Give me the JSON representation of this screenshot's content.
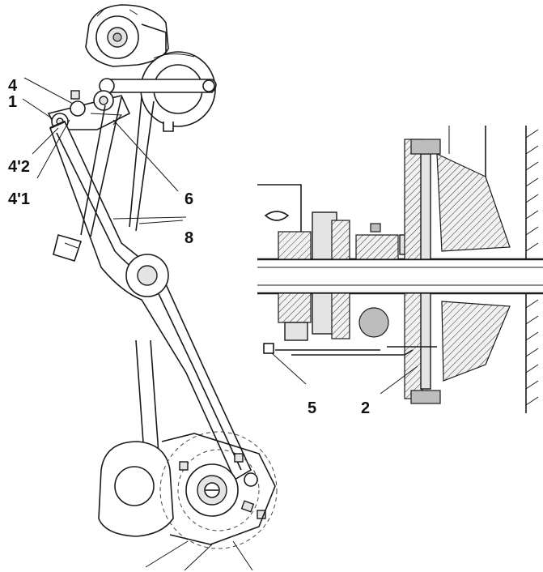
{
  "figure": {
    "colors": {
      "line": "#1a1a1a",
      "fill": "#ffffff",
      "shade": "#e4e4e4"
    },
    "callouts": [
      {
        "id": "4",
        "text": "4"
      },
      {
        "id": "1",
        "text": "1"
      },
      {
        "id": "4-2",
        "text": "4'2"
      },
      {
        "id": "4-1",
        "text": "4'1"
      },
      {
        "id": "6",
        "text": "6"
      },
      {
        "id": "8",
        "text": "8"
      },
      {
        "id": "5",
        "text": "5"
      },
      {
        "id": "2",
        "text": "2"
      }
    ]
  }
}
